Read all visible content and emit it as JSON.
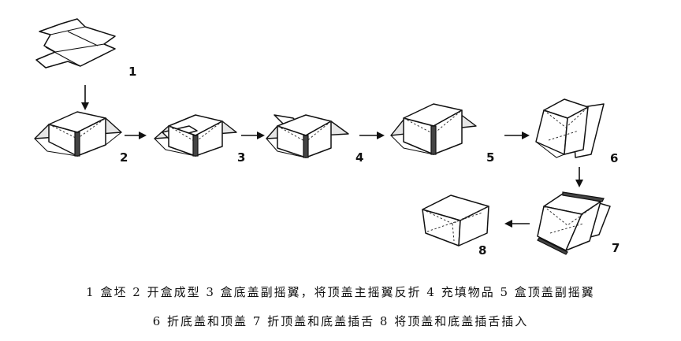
{
  "steps": [
    {
      "number": "1"
    },
    {
      "number": "2"
    },
    {
      "number": "3"
    },
    {
      "number": "4"
    },
    {
      "number": "5"
    },
    {
      "number": "6"
    },
    {
      "number": "7"
    },
    {
      "number": "8"
    }
  ],
  "captions": {
    "line1": "1 盒坯  2 开盒成型 3 盒底盖副摇翼，将顶盖主摇翼反折  4 充填物品  5 盒顶盖副摇翼",
    "line2": "6 折底盖和顶盖  7 折顶盖和底盖插舌  8 将顶盖和底盖插舌插入"
  }
}
